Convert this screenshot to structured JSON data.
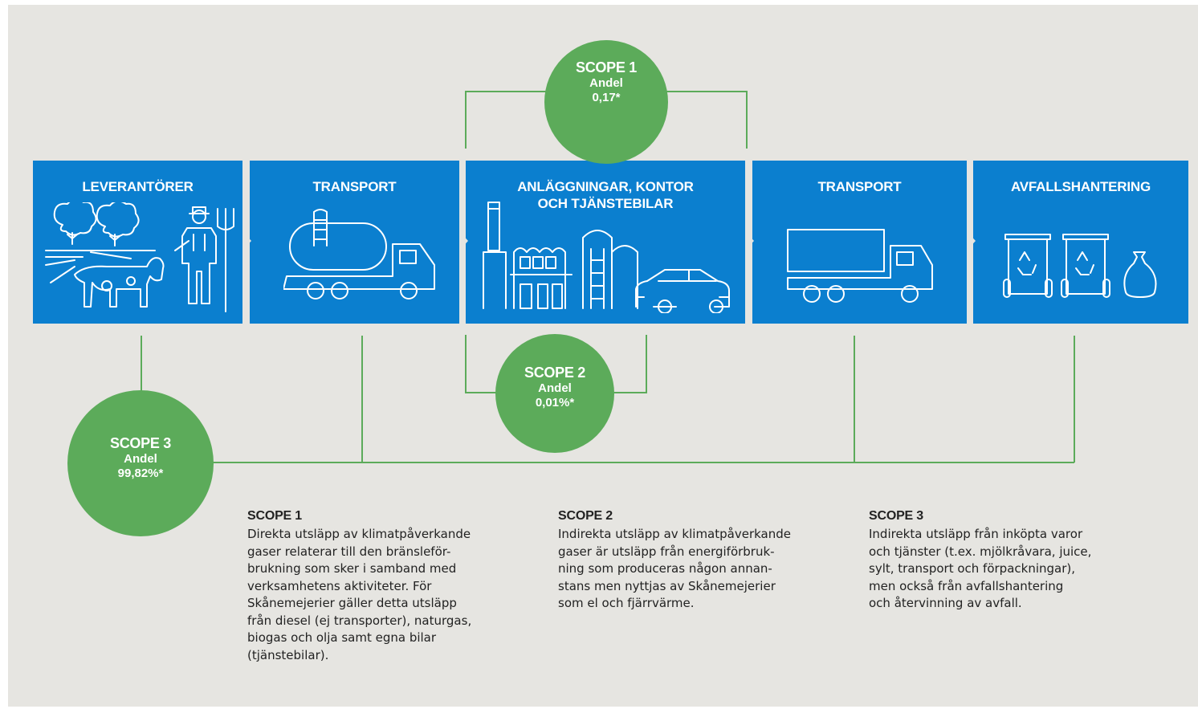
{
  "stages": [
    {
      "label": "LEVERANTÖRER",
      "icon": "farm-icon"
    },
    {
      "label": "TRANSPORT",
      "icon": "tanker-truck-icon"
    },
    {
      "label": "ANLÄGGNINGAR, KONTOR\nOCH TJÄNSTEBILAR",
      "icon": "factory-car-icon"
    },
    {
      "label": "TRANSPORT",
      "icon": "truck-icon"
    },
    {
      "label": "AVFALLSHANTERING",
      "icon": "recycling-bins-icon"
    }
  ],
  "scopes": {
    "scope1": {
      "title": "SCOPE 1",
      "share_label": "Andel",
      "share_value": "0,17*"
    },
    "scope2": {
      "title": "SCOPE 2",
      "share_label": "Andel",
      "share_value": "0,01%*"
    },
    "scope3": {
      "title": "SCOPE 3",
      "share_label": "Andel",
      "share_value": "99,82%*"
    }
  },
  "descriptions": [
    {
      "title": "SCOPE 1",
      "body": "Direkta utsläpp av klimatpåverkande\ngaser relaterar till den bränsleför-\nbrukning som sker i samband med\nverksamhetens aktiviteter. För\nSkånemejerier gäller detta utsläpp\nfrån diesel (ej transporter), naturgas,\nbiogas och olja samt egna bilar\n(tjänstebilar)."
    },
    {
      "title": "SCOPE 2",
      "body": "Indirekta utsläpp av klimatpåverkande\ngaser är utsläpp från energiförbruk-\nning som produceras någon annan-\nstans men nyttjas av Skånemejerier\nsom el och fjärrvärme."
    },
    {
      "title": "SCOPE 3",
      "body": "Indirekta utsläpp från inköpta varor\noch tjänster (t.ex. mjölkråvara, juice,\nsylt, transport och förpackningar),\nmen också från avfallshantering\noch återvinning av avfall."
    }
  ],
  "colors": {
    "box_blue": "#0b7fcf",
    "scope_green": "#5cab5a",
    "background": "#e6e5e1",
    "line_green": "#5cab5a"
  }
}
